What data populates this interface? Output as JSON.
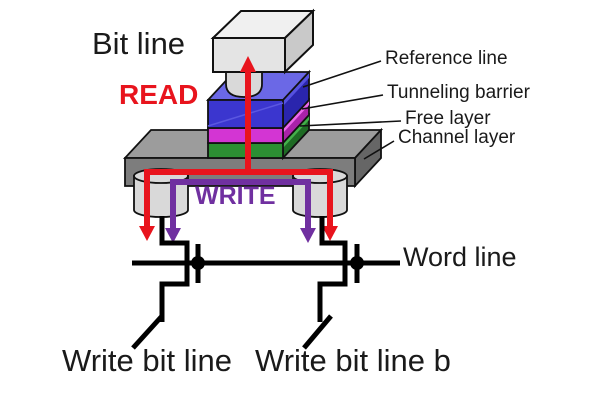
{
  "labels": {
    "bit_line": "Bit line",
    "read": "READ",
    "write": "WRITE",
    "word_line": "Word line",
    "write_bit_line": "Write bit line",
    "write_bit_line_b": "Write bit line b",
    "layers": {
      "reference": "Reference line",
      "tunneling": "Tunneling barrier",
      "free": "Free layer",
      "channel": "Channel layer"
    }
  },
  "colors": {
    "read_red": "#e8141d",
    "write_purple": "#7030a0",
    "reference_blue": "#3b36cf",
    "reference_blue_top": "#6b68e6",
    "reference_blue_side": "#2a25ad",
    "tunneling_magenta": "#d335d3",
    "tunneling_magenta_side": "#a922a9",
    "free_green": "#2c8f33",
    "free_green_side": "#1e6b24",
    "channel_gray": "#7d7d7d",
    "channel_gray_top": "#9c9c9c",
    "channel_gray_side": "#666666",
    "electrode_gray": "#e4e4e4",
    "via_gray": "#d9d9d9",
    "wire_black": "#000000"
  }
}
